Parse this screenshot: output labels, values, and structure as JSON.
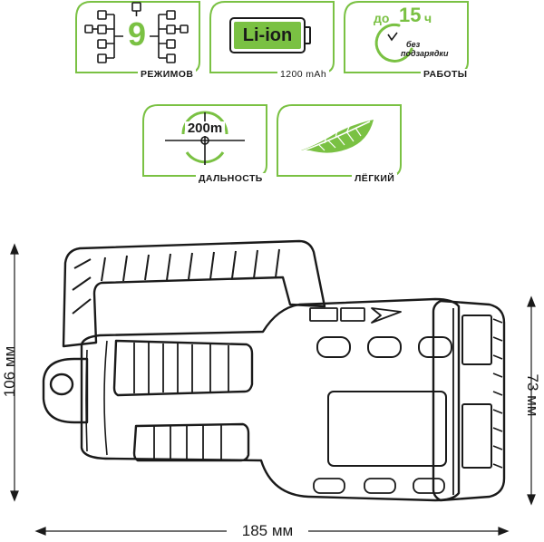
{
  "badges": {
    "modes": {
      "number": "9",
      "caption": "РЕЖИМОВ"
    },
    "battery": {
      "type_label": "Li-ion",
      "capacity": "1200 mAh"
    },
    "runtime": {
      "prefix": "до",
      "hours": "15",
      "unit": "ч",
      "line1": "без",
      "line2": "подзарядки",
      "caption": "РАБОТЫ"
    },
    "range": {
      "distance": "200m",
      "caption": "ДАЛЬНОСТЬ"
    },
    "weight": {
      "caption": "ЛЁГКИЙ"
    }
  },
  "dimensions": {
    "height": "106 мм",
    "width": "185 мм",
    "head_diameter": "73 мм"
  },
  "colors": {
    "accent_green": "#7ac143",
    "outline": "#1a1a1a",
    "badge_bg": "#ffffff"
  },
  "icons": [
    "modes-tree-icon",
    "battery-icon",
    "clock-icon",
    "crosshair-icon",
    "leaf-icon"
  ]
}
